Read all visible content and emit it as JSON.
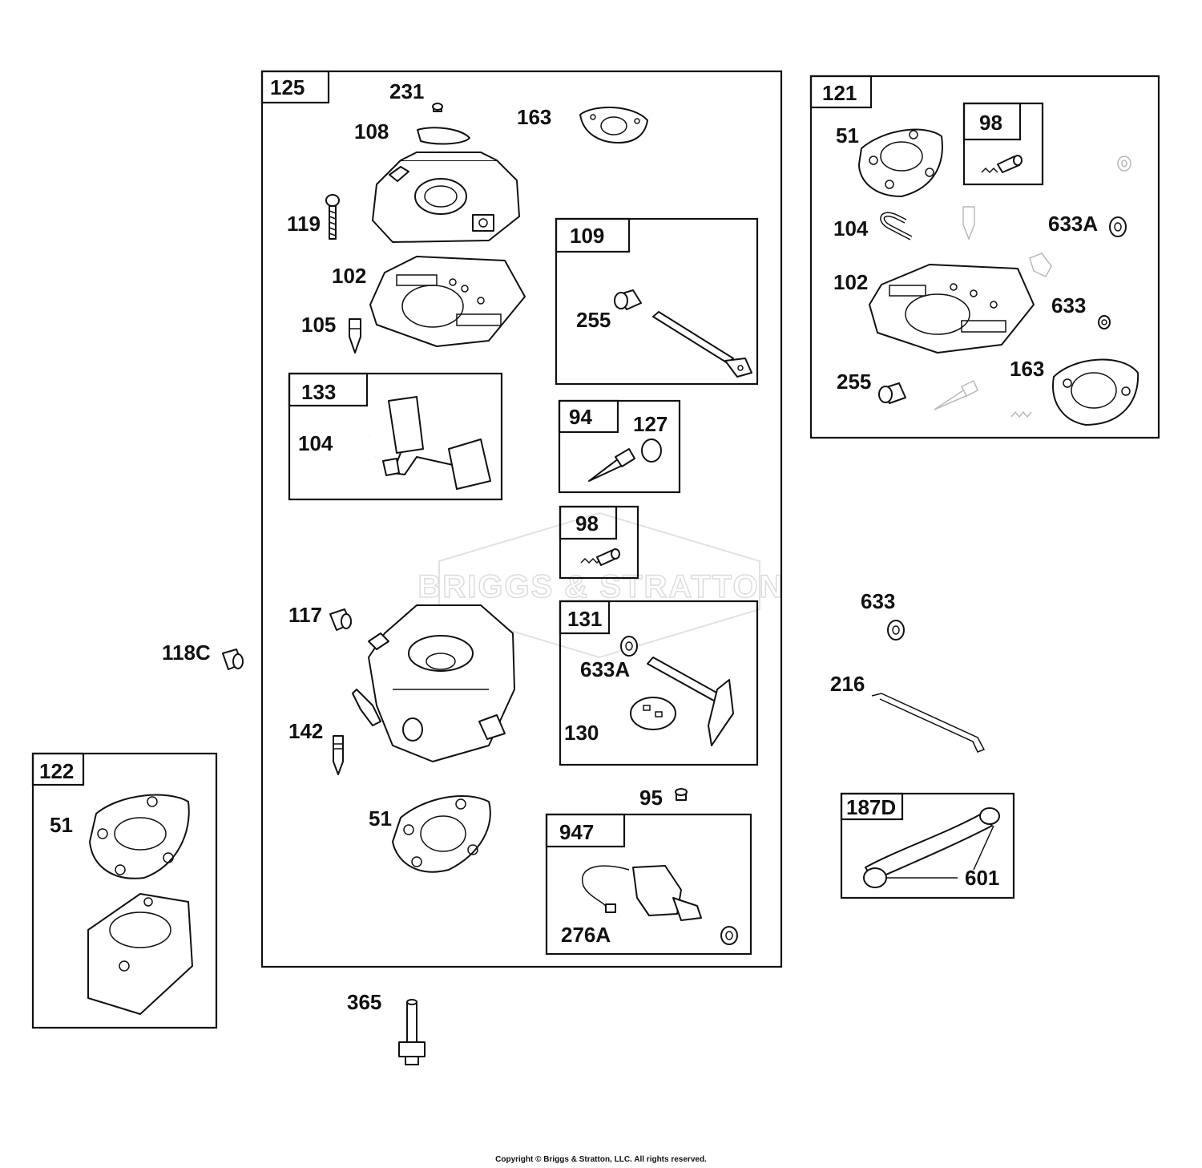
{
  "watermark": "BRIGGS & STRATTON",
  "copyright": "Copyright © Briggs & Stratton, LLC. All rights reserved.",
  "kits": {
    "k125": "125",
    "k121": "121",
    "k98a": "98",
    "k109": "109",
    "k133": "133",
    "k94": "94",
    "k98b": "98",
    "k131": "131",
    "k947": "947",
    "k122": "122",
    "k187d": "187D"
  },
  "callouts": {
    "c231": "231",
    "c163a": "163",
    "c108": "108",
    "c119": "119",
    "c102a": "102",
    "c105": "105",
    "c255a": "255",
    "c104a": "104",
    "c127": "127",
    "c117": "117",
    "c118c": "118C",
    "c633a_a": "633A",
    "c130": "130",
    "c142": "142",
    "c51a": "51",
    "c95": "95",
    "c276a": "276A",
    "c365": "365",
    "c51b": "51",
    "c51c": "51",
    "c104b": "104",
    "c633a_b": "633A",
    "c102b": "102",
    "c633a": "633",
    "c255b": "255",
    "c163b": "163",
    "c633b": "633",
    "c216": "216",
    "c601": "601"
  }
}
